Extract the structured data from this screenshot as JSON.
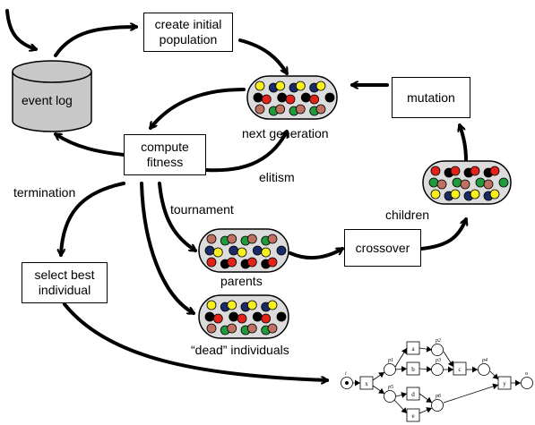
{
  "boxes": {
    "create": "create initial\npopulation",
    "fitness": "compute\nfitness",
    "mutation": "mutation",
    "crossover": "crossover",
    "select": "select best\nindividual"
  },
  "cylinder": {
    "event_log": "event log"
  },
  "labels": {
    "next_generation": "next generation",
    "elitism": "elitism",
    "termination": "termination",
    "tournament": "tournament",
    "children": "children",
    "parents": "parents",
    "dead": "“dead” individuals"
  },
  "petri": {
    "places": [
      "i",
      "p1",
      "p2",
      "p3",
      "p4",
      "p5",
      "p6",
      "o"
    ],
    "transitions": [
      "x",
      "a",
      "b",
      "c",
      "d",
      "e",
      "y"
    ]
  },
  "colors": {
    "yellow": "#f7ef1e",
    "green": "#1f9a3c",
    "red": "#e2231a",
    "navy": "#1a2a66",
    "brown": "#c07060",
    "black": "#000000",
    "pill_fill": "#dcdcdc",
    "cylinder_fill": "#c8c8c8"
  }
}
